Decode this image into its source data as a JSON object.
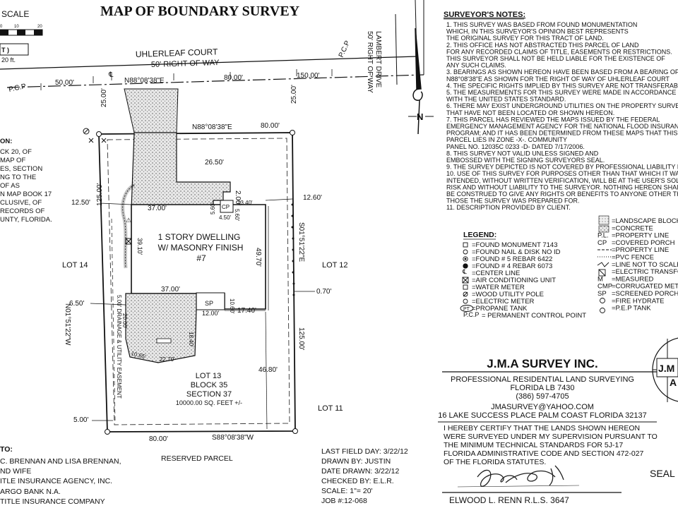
{
  "title": "MAP OF BOUNDARY SURVEY",
  "scale": {
    "label": "SCALE",
    "ticks": [
      "0",
      "10",
      "20"
    ],
    "unit_frag": "T )",
    "unit_frag2": "20 ft."
  },
  "streets": {
    "uhlerleaf": "UHLERLEAF COURT",
    "uhlerleaf_row": "50' RIGHT OF WAY",
    "lambert": "LAMBERT DRIVE",
    "lambert_row": "50' RIGHT OF WAY"
  },
  "dims": {
    "d50": "50.00'",
    "bearing_top_row": "N88°08'38\"E",
    "d80_top": "80.00'",
    "d150": "150.00'",
    "pcp_left": "P.C.P",
    "pcp_right": "P.C.P",
    "d25_left": "25.00'",
    "d25_right": "25.00'",
    "bearing_top": "N88°08'38\"E",
    "d80_lot": "80.00'",
    "d26_50": "26.50'",
    "d2_00": "2.00'",
    "d12_60": "12.60'",
    "d12_50": "12.50'",
    "d37_top": "37.00'",
    "d5_60a": "5.60'",
    "d4_50": "4.50'",
    "d13_40": "13.40'",
    "d5_60b": "5.60'",
    "cp": "CP",
    "d125_left": "125.00'",
    "d125_right": "125.00'",
    "bearing_right": "S01°51'22\"E",
    "bearing_left": "N01°51'22\"W",
    "d39_10": "39.10'",
    "d49_70": "49.70'",
    "d0_70": "0.70'",
    "d37_mid": "37.00'",
    "sp": "SP",
    "d10_60": "10.60'",
    "d12_00": "12.00'",
    "d17_40": "17.40'",
    "d6_50": "6.50'",
    "d20_00": "20.00'",
    "d18_40": "18.40'",
    "d10_65": "10.65'",
    "d22_70": "22.70'",
    "d46_80": "46.80'",
    "d5_00": "5.00'",
    "d80_bottom": "80.00'",
    "bearing_bottom": "S88°08'38\"W",
    "easement": "5.00' DRAINAGE & UTILITY EASEMENT"
  },
  "dwelling": {
    "line1": "1 STORY DWELLING",
    "line2": "W/ MASONRY FINISH",
    "line3": "#7"
  },
  "lots": {
    "lot14": "LOT 14",
    "lot12": "LOT 12",
    "lot11": "LOT 11",
    "lot13": "LOT 13",
    "block": "BLOCK 35",
    "section": "SECTION 37",
    "area": "10000.00 SQ. FEET +/-"
  },
  "left_description": [
    "ON:",
    "CK 20, OF",
    "MAP OF",
    "ES, SECTION",
    "NG TO THE",
    "OF AS",
    "N MAP BOOK 17",
    "CLUSIVE, OF",
    "RECORDS OF",
    "UNTY, FLORIDA."
  ],
  "certified_to": {
    "heading": "TO:",
    "lines": [
      "C. BRENNAN AND LISA BRENNAN,",
      "ND WIFE",
      "ITLE INSURANCE AGENCY, INC.",
      "ARGO BANK N.A.",
      "TITLE INSURANCE COMPANY"
    ],
    "reserved": "RESERVED PARCEL"
  },
  "field_info": [
    "LAST FIELD DAY: 3/22/12",
    "DRAWN BY:  JUSTIN",
    "DATE DRAWN: 3/22/12",
    "CHECKED BY: E.L.R.",
    "SCALE: 1\"= 20'",
    "JOB #:12-068"
  ],
  "north": "N",
  "notes": {
    "heading": "SURVEYOR'S NOTES:",
    "lines": [
      "1. THIS SURVEY WAS BASED FROM FOUND MONUMENTATION",
      "WHICH, IN THIS SURVEYOR'S OPINION BEST REPRESENTS",
      "THE ORIGINAL SURVEY FOR THIS TRACT OF LAND.",
      "2. THIS OFFICE HAS NOT ABSTRACTED THIS PARCEL OF LAND",
      "FOR ANY RECORDED CLAIMS OF TITLE, EASEMENTS OR RESTRICTIONS.",
      "THIS SURVEYOR SHALL NOT BE HELD LIABLE FOR THE EXISTENCE OF",
      "ANY SUCH CLAIMS.",
      "3. BEARINGS AS SHOWN HEREON HAVE BEEN BASED FROM A BEARING OF",
      "N88°08'38\"E AS SHOWN FOR THE RIGHT OF WAY OF UHLERLEAF COURT",
      "4. THE SPECIFIC RIGHTS IMPLIED BY THIS SURVEY ARE NOT TRANSFERABLE.",
      "5. THE MEASUREMENTS FOR THIS SURVEY WERE MADE IN ACCORDANCE",
      "WITH THE UNITED STATES STANDARD.",
      "6. THERE MAY EXIST UNDERGROUND UTILITIES ON THE PROPERTY SURVEYED",
      "THAT HAVE NOT BEEN LOCATED OR SHOWN HEREON.",
      "7. THIS PARCEL HAS REVIEWED THE MAPS ISSUED BY THE FEDERAL",
      "EMERGENCY MANAGEMENT AGENCY FOR THE NATIONAL FLOOD INSURANCE",
      "PROGRAM; AND IT HAS BEEN DETERMINED FROM THESE MAPS THAT THIS",
      "PARCEL LIES IN ZONE -X-. COMMUNITY",
      "PANEL NO. 12035C 0233 -D- DATED 7/17/2006.",
      "8. THIS SURVEY NOT VALID UNLESS SIGNED AND",
      "EMBOSSED WITH THE SIGNING SURVEYORS SEAL.",
      "9. THE SURVEY DEPICTED IS NOT COVERED BY PROFESSIONAL LIABILITY INSU",
      "10. USE OF THIS SURVEY FOR PURPOSES OTHER THAN THAT WHICH IT WAS",
      "INTENDED, WITHOUT WRITTEN VERIFICATION, WILL BE AT THE USER'S SOLE",
      "RISK AND WITHOUT LIABILITY TO THE SURVEYOR.  NOTHING HEREON SHALL",
      "BE CONSTRUED TO GIVE ANY RIGHTS OR BENEFITS TO ANYONE OTHER THAN",
      "THOSE THE SURVEY WAS PREPARED FOR.",
      "11. DESCRIPTION PROVIDED BY CLIENT."
    ]
  },
  "legend": {
    "heading": "LEGEND:",
    "left": [
      "=FOUND MONUMENT 7143",
      "=FOUND NAIL & DISK NO ID",
      "=FOUND # 5 REBAR 6422",
      "=FOUND # 4 REBAR 6073",
      "=CENTER LINE",
      "=AIR CONDITIONING UNIT",
      "=WATER METER",
      "=WOOD UTILITY POLE",
      "=ELECTRIC METER",
      "=PROPANE TANK",
      "=  PERMANENT CONTROL POINT"
    ],
    "left_prefix_pt": "PT",
    "left_prefix_pcp": "P.C.P",
    "right": [
      "=LANDSCAPE BLOCKS",
      "=CONCRETE",
      "=PROPERTY LINE",
      "=COVERED PORCH",
      "=PROPERTY LINE",
      "=PVC FENCE",
      "=LINE NOT TO SCALE",
      "=ELECTRIC TRANSFORM",
      "=MEASURED",
      "=CORRUGATED METAL",
      "=SCREENED PORCH",
      "=FIRE HYDRATE",
      "=P.E.P TANK"
    ],
    "right_prefix": [
      "",
      "",
      "P.L.",
      "CP",
      "",
      "",
      "",
      "",
      "M",
      "CMP",
      "SP",
      "",
      ""
    ]
  },
  "company": {
    "name": "J.M.A SURVEY INC.",
    "tagline": "PROFESSIONAL RESIDENTIAL LAND SURVEYING",
    "license": "FLORIDA LB 7430",
    "phone": "(386) 597-4705",
    "email": "JMASURVEY@YAHOO.COM",
    "address": "16 LAKE SUCCESS PLACE PALM COAST FLORIDA 32137",
    "seal_letters": "J.M",
    "seal_letter2": "A"
  },
  "certification": [
    "I HEREBY CERTIFY THAT THE LANDS SHOWN HEREON",
    "WERE SURVEYED UNDER MY SUPERVISION PURSUANT TO",
    "THE MINIMUM TECHNICAL STANDARDS FOR 5J-17",
    "FLORIDA ADMINISTRATIVE CODE AND SECTION 472-027",
    "OF THE FLORIDA STATUTES."
  ],
  "surveyor": "ELWOOD L. RENN  R.L.S. 3647",
  "seal": "SEAL"
}
